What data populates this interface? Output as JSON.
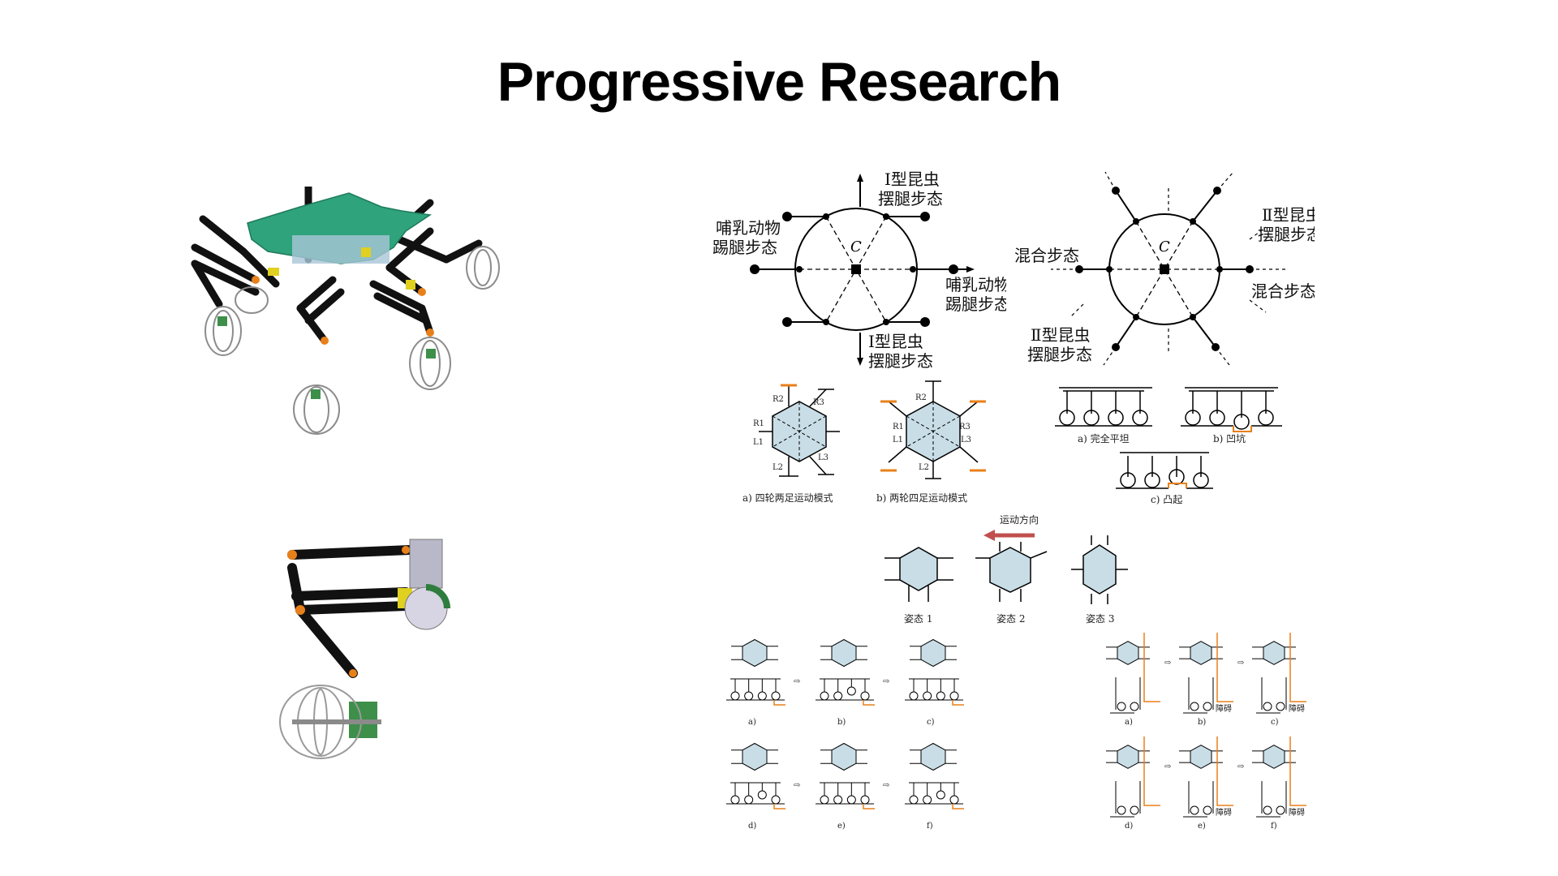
{
  "slide": {
    "title": "Progressive Research"
  },
  "gait_diagram_1": {
    "center_label": "C",
    "top_label_line1": "Ⅰ型昆虫",
    "top_label_line2": "摆腿步态",
    "left_label_line1": "哺乳动物",
    "left_label_line2": "踢腿步态",
    "right_label_line1": "哺乳动物",
    "right_label_line2": "踢腿步态",
    "bottom_label_line1": "Ⅰ型昆虫",
    "bottom_label_line2": "摆腿步态"
  },
  "gait_diagram_2": {
    "center_label": "C",
    "top_right_label_line1": "Ⅱ型昆虫",
    "top_right_label_line2": "摆腿步态",
    "left_label": "混合步态",
    "right_label": "混合步态",
    "bottom_left_label_line1": "Ⅱ型昆虫",
    "bottom_left_label_line2": "摆腿步态"
  },
  "mode_figures": {
    "caption_a": "a) 四轮两足运动模式",
    "caption_b": "b) 两轮四足运动模式",
    "labels": [
      "R2",
      "R3",
      "R1",
      "L1",
      "L2",
      "L3"
    ]
  },
  "terrain_figures": {
    "caption_a": "a) 完全平坦",
    "caption_b": "b) 凹坑",
    "caption_c": "c) 凸起"
  },
  "posture_figures": {
    "direction_label": "运动方向",
    "posture_1": "姿态 1",
    "posture_2": "姿态 2",
    "posture_3": "姿态 3"
  },
  "sequence_left": {
    "captions": [
      "a)",
      "b)",
      "c)",
      "d)",
      "e)",
      "f)"
    ]
  },
  "sequence_right": {
    "captions": [
      "a)",
      "b)",
      "c)",
      "d)",
      "e)",
      "f)"
    ],
    "obstacle_label": "障碍"
  },
  "colors": {
    "accent_orange": "#e8801a",
    "body_green": "#2fa37b",
    "hex_fill": "#c9dde6",
    "arrow_red": "#c0504d"
  }
}
